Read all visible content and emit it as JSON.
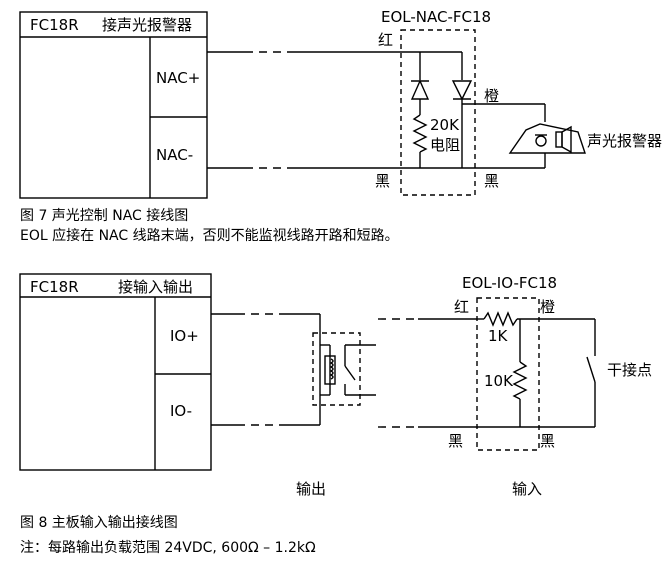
{
  "fig7": {
    "device_model": "FC18R",
    "device_title": "接声光报警器",
    "terminal_plus": "NAC+",
    "terminal_minus": "NAC-",
    "eol_label": "EOL-NAC-FC18",
    "wire_red": "红",
    "wire_orange": "橙",
    "wire_black_left": "黑",
    "wire_black_right": "黑",
    "resistor_value": "20K",
    "resistor_name": "电阻",
    "device_label": "声光报警器",
    "caption": "图 7  声光控制 NAC 接线图",
    "note": "EOL 应接在 NAC 线路末端，否则不能监视线路开路和短路。"
  },
  "fig8": {
    "device_model": "FC18R",
    "device_title": "接输入输出",
    "terminal_plus": "IO+",
    "terminal_minus": "IO-",
    "eol_label": "EOL-IO-FC18",
    "wire_red": "红",
    "wire_orange": "橙",
    "wire_black_left": "黑",
    "wire_black_right": "黑",
    "resistor_1k": "1K",
    "resistor_10k": "10K",
    "dry_contact": "干接点",
    "output_label": "输出",
    "input_label": "输入",
    "caption": "图 8  主板输入输出接线图",
    "note": "注：每路输出负载范围 24VDC, 600Ω  – 1.2kΩ"
  }
}
